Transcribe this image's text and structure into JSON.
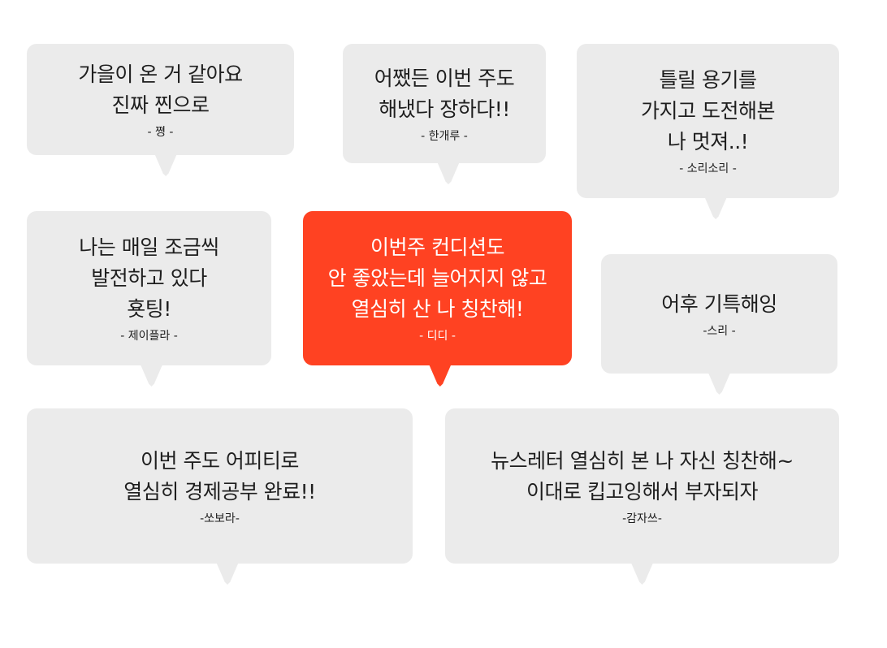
{
  "colors": {
    "bubble_bg": "#ebebeb",
    "highlight_bg": "#ff4222",
    "text": "#1e1e1e",
    "highlight_text": "#ffffff"
  },
  "bubbles": [
    {
      "lines": [
        "가을이 온 거 같아요",
        "진짜 찐으로"
      ],
      "author": "- 쪙 -"
    },
    {
      "lines": [
        "어쨌든 이번 주도",
        "해냈다 장하다!!"
      ],
      "author": "-  한개루 -"
    },
    {
      "lines": [
        "틀릴 용기를",
        "가지고 도전해본",
        "나 멋져..!"
      ],
      "author": "- 소리소리 -"
    },
    {
      "lines": [
        "나는 매일 조금씩",
        "발전하고 있다",
        "횻팅!"
      ],
      "author": "- 제이플라 -"
    },
    {
      "lines": [
        "이번주 컨디션도",
        "안 좋았는데 늘어지지 않고",
        "열심히 산 나 칭찬해!"
      ],
      "author": "- 디디 -",
      "highlight": true
    },
    {
      "lines": [
        "어후 기특해잉"
      ],
      "author": "-스리 -"
    },
    {
      "lines": [
        "이번 주도 어피티로",
        "열심히 경제공부 완료!!"
      ],
      "author": "-쏘보라-"
    },
    {
      "lines": [
        "뉴스레터 열심히 본 나 자신 칭찬해~",
        "이대로 킵고잉해서 부자되자"
      ],
      "author": "-감자쓰-"
    }
  ]
}
